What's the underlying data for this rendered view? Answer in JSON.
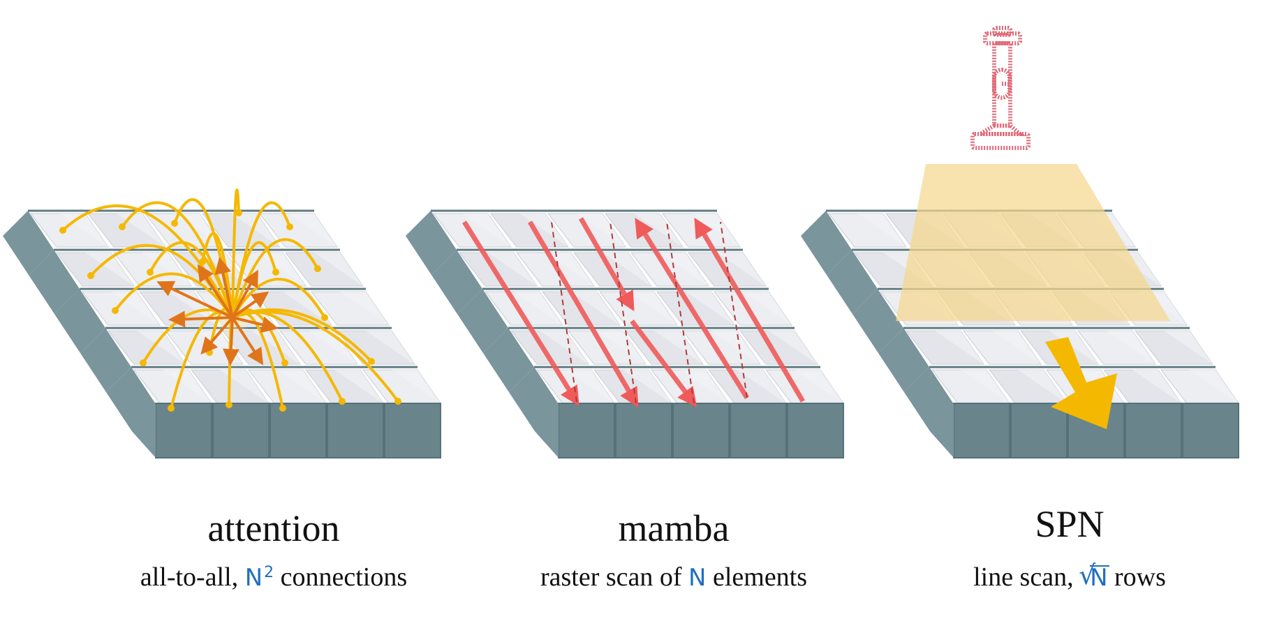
{
  "panels": [
    {
      "title": "attention",
      "sub_before": "all-to-all,",
      "var": "N",
      "exponent": "2",
      "sub_after": "connections"
    },
    {
      "title": "mamba",
      "sub_before": "raster scan of",
      "var": "N",
      "sub_after": "elements"
    },
    {
      "title": "SPN",
      "sub_before": "line scan,",
      "sqrt_symbol": "√",
      "var": "N",
      "sub_after": "rows"
    }
  ],
  "grid": {
    "rows": 5,
    "cols": 5
  },
  "colors": {
    "tile_top": "#e3e5ea",
    "tile_top_light": "#eceef2",
    "tile_side": "#7a959c",
    "tile_front": "#6a848b",
    "attention_outer_arrows": "#f5b800",
    "attention_inner_arrows": "#e0741a",
    "mamba_arrows": "#f05a5a",
    "spn_beam": "#f5d78e",
    "spn_arrow": "#f5b800",
    "spn_lamp": "#e06a78",
    "variable_blue": "#1f6fc0"
  },
  "icons": [
    "flashlight-icon"
  ]
}
